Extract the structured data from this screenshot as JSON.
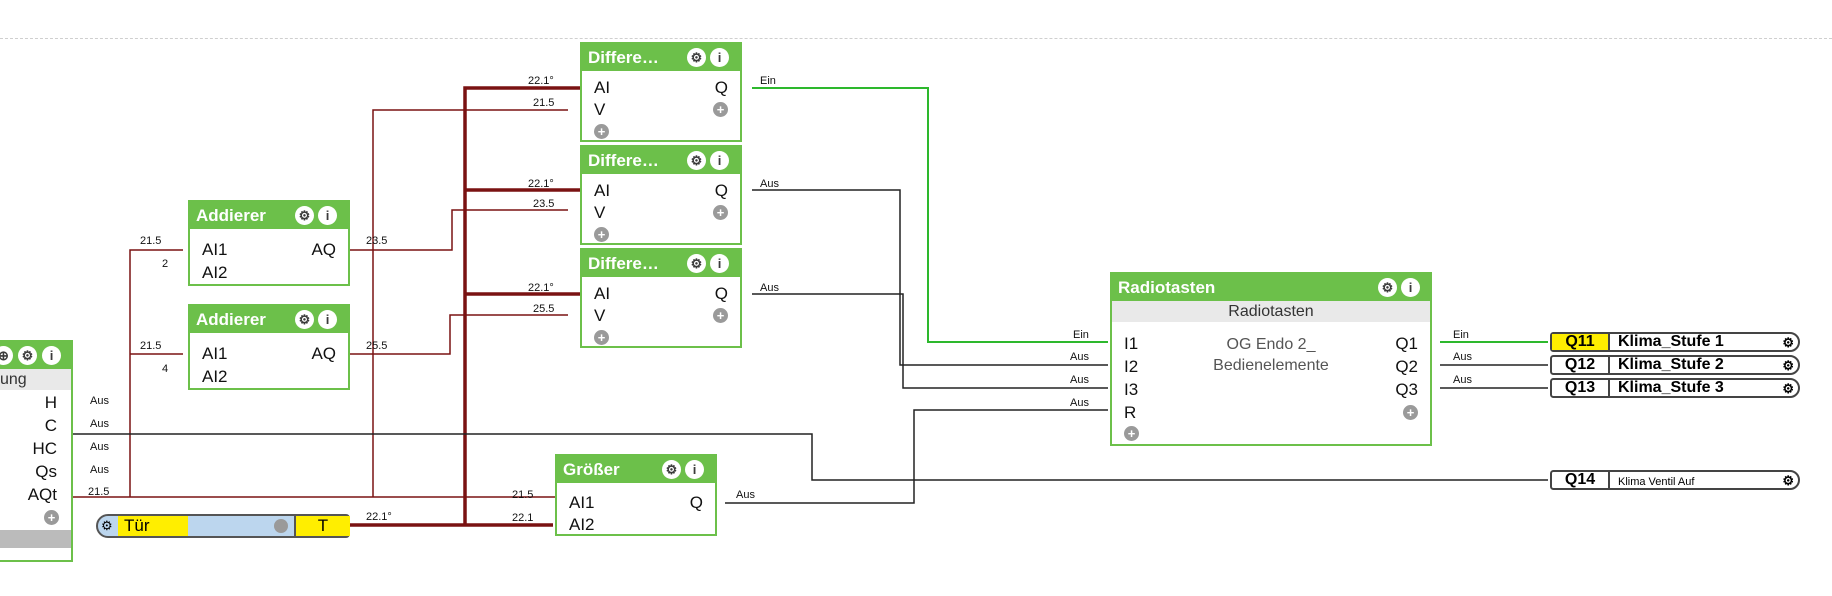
{
  "blocks": {
    "diff1": {
      "title": "Differe…",
      "in": [
        "AI",
        "V"
      ],
      "out": [
        "Q"
      ]
    },
    "diff2": {
      "title": "Differe…",
      "in": [
        "AI",
        "V"
      ],
      "out": [
        "Q"
      ]
    },
    "diff3": {
      "title": "Differe…",
      "in": [
        "AI",
        "V"
      ],
      "out": [
        "Q"
      ]
    },
    "add1": {
      "title": "Addierer",
      "in": [
        "AI1",
        "AI2"
      ],
      "out": [
        "AQ"
      ]
    },
    "add2": {
      "title": "Addierer",
      "in": [
        "AI1",
        "AI2"
      ],
      "out": [
        "AQ"
      ]
    },
    "groesser": {
      "title": "Größer",
      "in": [
        "AI1",
        "AI2"
      ],
      "out": [
        "Q"
      ]
    },
    "radio": {
      "title": "Radiotasten",
      "subtitle": "Radiotasten",
      "desc1": "OG Endo 2_",
      "desc2": "Bedienelemente",
      "in": [
        "I1",
        "I2",
        "I3",
        "R"
      ],
      "out": [
        "Q1",
        "Q2",
        "Q3"
      ]
    },
    "left": {
      "subtitle": "ung",
      "out": [
        "H",
        "C",
        "HC",
        "Qs",
        "AQt"
      ]
    }
  },
  "labels": {
    "d1_ai": "22.1°",
    "d1_v": "21.5",
    "d1_q": "Ein",
    "d2_ai": "22.1°",
    "d2_v": "23.5",
    "d2_q": "Aus",
    "d3_ai": "22.1°",
    "d3_v": "25.5",
    "d3_q": "Aus",
    "a1_ai1": "21.5",
    "a1_ai2": "2",
    "a1_aq": "23.5",
    "a2_ai1": "21.5",
    "a2_ai2": "4",
    "a2_aq": "25.5",
    "g_ai1": "21.5",
    "g_ai2": "22.1",
    "g_q": "Aus",
    "r_i1": "Ein",
    "r_i2": "Aus",
    "r_i3": "Aus",
    "r_r": "Aus",
    "r_q1": "Ein",
    "r_q2": "Aus",
    "r_q3": "Aus",
    "l_h": "Aus",
    "l_c": "Aus",
    "l_hc": "Aus",
    "l_qs": "Aus",
    "l_aqt": "21.5",
    "t_out": "22.1°"
  },
  "outputs": [
    {
      "addr": "Q11",
      "name": "Klima_Stufe 1",
      "active": true
    },
    {
      "addr": "Q12",
      "name": "Klima_Stufe 2",
      "active": false
    },
    {
      "addr": "Q13",
      "name": "Klima_Stufe 3",
      "active": false
    },
    {
      "addr": "Q14",
      "name": "Klima Ventil Auf",
      "active": false
    }
  ],
  "sensor": {
    "name": "Tür",
    "channel": "T"
  },
  "colors": {
    "block": "#6cc04a",
    "wire_analog": "#7a1212",
    "wire_active": "#2db82d",
    "wire_digital": "#222222",
    "highlight": "#ffee00",
    "sensor_fill": "#bcd6ee"
  }
}
